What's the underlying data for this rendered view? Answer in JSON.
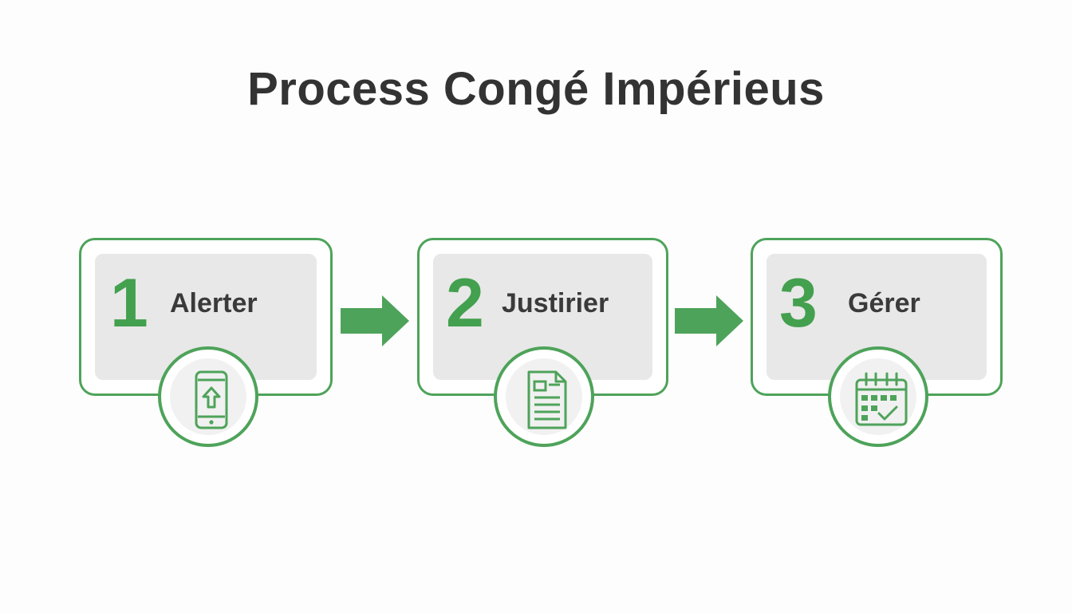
{
  "title": "Process Congé Impérieus",
  "colors": {
    "accent": "#4ea35a",
    "number": "#43a04e",
    "panel": "#e8e8e8",
    "text": "#333333"
  },
  "steps": [
    {
      "number": "1",
      "label": "Alerter",
      "icon": "smartphone-upload-icon"
    },
    {
      "number": "2",
      "label": "Justirier",
      "icon": "document-icon"
    },
    {
      "number": "3",
      "label": "Gérer",
      "icon": "calendar-check-icon"
    }
  ]
}
